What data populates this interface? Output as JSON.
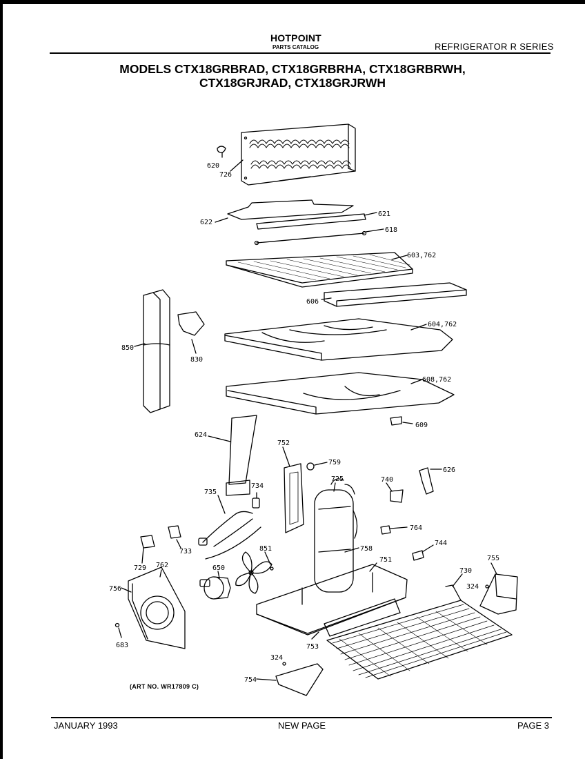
{
  "header": {
    "brand": "HOTPOINT",
    "catalog": "PARTS CATALOG",
    "series": "REFRIGERATOR R SERIES"
  },
  "models": {
    "line1": "MODELS CTX18GRBRAD, CTX18GRBRHA, CTX18GRBRWH,",
    "line2": "CTX18GRJRAD, CTX18GRJRWH"
  },
  "callouts": {
    "p620": "620",
    "p726": "726",
    "p622": "622",
    "p621": "621",
    "p618": "618",
    "p603": "603,762",
    "p606": "606",
    "p604": "604,762",
    "p850": "850",
    "p830": "830",
    "p608": "608,762",
    "p609": "609",
    "p624": "624",
    "p752": "752",
    "p759": "759",
    "p725": "725",
    "p740": "740",
    "p626": "626",
    "p735": "735",
    "p734": "734",
    "p764": "764",
    "p733": "733",
    "p851": "851",
    "p758": "758",
    "p751": "751",
    "p744": "744",
    "p729": "729",
    "p762": "762",
    "p650": "650",
    "p730": "730",
    "p755": "755",
    "p756": "756",
    "p324a": "324",
    "p683": "683",
    "p753": "753",
    "p324b": "324",
    "p754": "754"
  },
  "art_number": "(ART NO. WR17809 C)",
  "footer": {
    "date": "JANUARY 1993",
    "note": "NEW PAGE",
    "page": "PAGE 3"
  }
}
